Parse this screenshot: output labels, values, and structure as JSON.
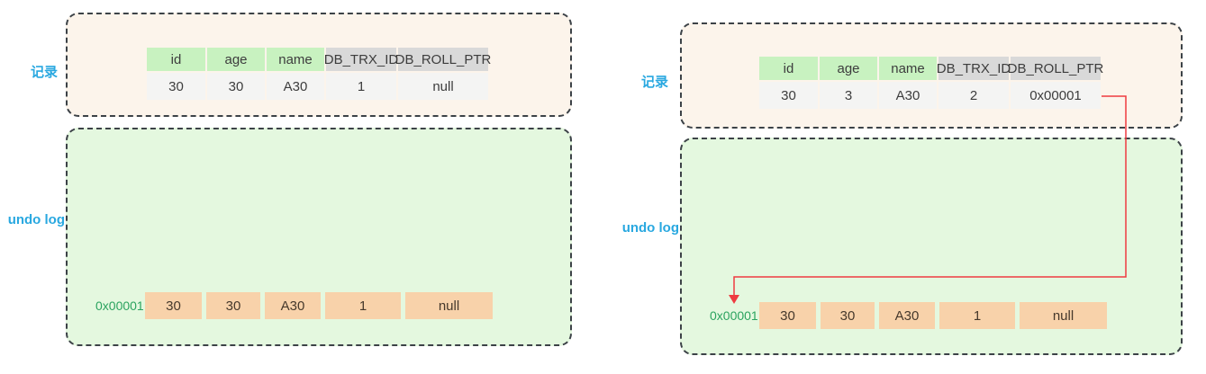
{
  "labels": {
    "record": "记录",
    "undo_log": "undo log"
  },
  "colors": {
    "side_label_cyan": "#29a8e0",
    "address_green": "#2ba35f",
    "arrow_red": "#ee3b40",
    "header_green": "#c8f2c0",
    "header_gray": "#d9d9d9",
    "row_gray": "#f4f4f3",
    "undo_cell_orange": "#f8d2aa",
    "record_box_bg": "#fcf4eb",
    "undo_box_bg": "#e4f8df"
  },
  "panels": [
    {
      "record_table": {
        "headers": [
          "id",
          "age",
          "name",
          "DB_TRX_ID",
          "DB_ROLL_PTR"
        ],
        "row": [
          "30",
          "30",
          "A30",
          "1",
          "null"
        ]
      },
      "undo_row": {
        "address": "0x00001",
        "cells": [
          "30",
          "30",
          "A30",
          "1",
          "null"
        ]
      }
    },
    {
      "record_table": {
        "headers": [
          "id",
          "age",
          "name",
          "DB_TRX_ID",
          "DB_ROLL_PTR"
        ],
        "row": [
          "30",
          "3",
          "A30",
          "2",
          "0x00001"
        ]
      },
      "undo_row": {
        "address": "0x00001",
        "cells": [
          "30",
          "30",
          "A30",
          "1",
          "null"
        ]
      },
      "arrow": {
        "from": "DB_ROLL_PTR",
        "to": "0x00001",
        "color": "#ee3b40"
      }
    }
  ]
}
